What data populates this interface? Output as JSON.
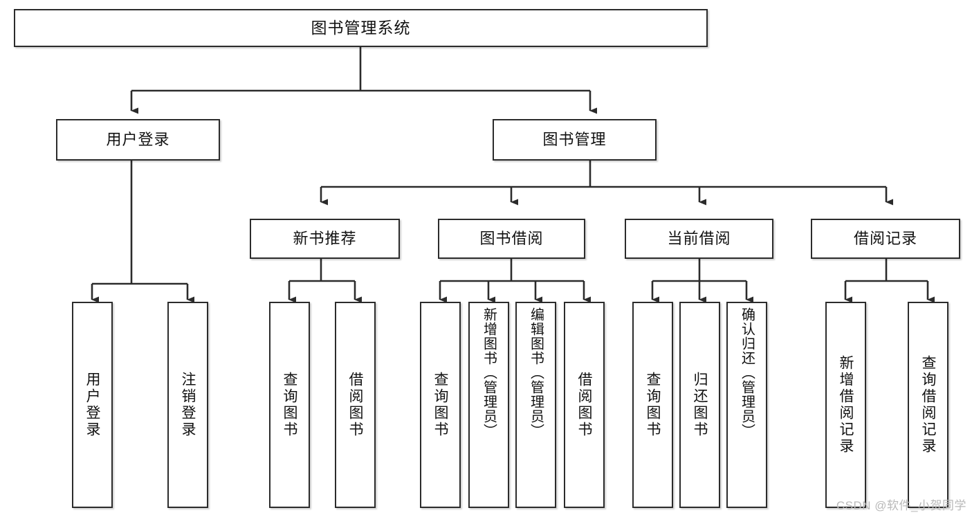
{
  "diagram": {
    "type": "tree",
    "title": "图书管理系统",
    "orientation": "top-down",
    "colors": {
      "node_border": "#2b2b2b",
      "node_fill": "#ffffff",
      "edge": "#2b2b2b",
      "background": "#ffffff",
      "watermark": "#b9b9b9"
    }
  },
  "nodes": {
    "root": {
      "label": "图书管理系统",
      "level": 0
    },
    "level1": [
      {
        "id": "user-login",
        "label": "用户登录",
        "level": 1
      },
      {
        "id": "book-mgmt",
        "label": "图书管理",
        "level": 1
      }
    ],
    "level2": [
      {
        "id": "new-book-rec",
        "label": "新书推荐",
        "level": 2,
        "parent": "book-mgmt"
      },
      {
        "id": "book-borrow",
        "label": "图书借阅",
        "level": 2,
        "parent": "book-mgmt"
      },
      {
        "id": "current-borrow",
        "label": "当前借阅",
        "level": 2,
        "parent": "book-mgmt"
      },
      {
        "id": "borrow-record",
        "label": "借阅记录",
        "level": 2,
        "parent": "book-mgmt"
      }
    ],
    "leaves": [
      {
        "id": "leaf-user-login",
        "label": "用户登录",
        "parent": "user-login"
      },
      {
        "id": "leaf-logout",
        "label": "注销登录",
        "parent": "user-login"
      },
      {
        "id": "leaf-query-book-1",
        "label": "查询图书",
        "parent": "new-book-rec"
      },
      {
        "id": "leaf-borrow-book-1",
        "label": "借阅图书",
        "parent": "new-book-rec"
      },
      {
        "id": "leaf-query-book-2",
        "label": "查询图书",
        "parent": "book-borrow"
      },
      {
        "id": "leaf-add-book",
        "label": "新增图书（管理员）",
        "parent": "book-borrow"
      },
      {
        "id": "leaf-edit-book",
        "label": "编辑图书（管理员）",
        "parent": "book-borrow"
      },
      {
        "id": "leaf-borrow-book-2",
        "label": "借阅图书",
        "parent": "book-borrow"
      },
      {
        "id": "leaf-query-book-3",
        "label": "查询图书",
        "parent": "current-borrow"
      },
      {
        "id": "leaf-return-book",
        "label": "归还图书",
        "parent": "current-borrow"
      },
      {
        "id": "leaf-confirm-return",
        "label": "确认归还（管理员）",
        "parent": "current-borrow"
      },
      {
        "id": "leaf-add-record",
        "label": "新增借阅记录",
        "parent": "borrow-record"
      },
      {
        "id": "leaf-query-record",
        "label": "查询借阅记录",
        "parent": "borrow-record"
      }
    ]
  },
  "watermark": {
    "text": "CSDN @软件_小贺同学"
  }
}
